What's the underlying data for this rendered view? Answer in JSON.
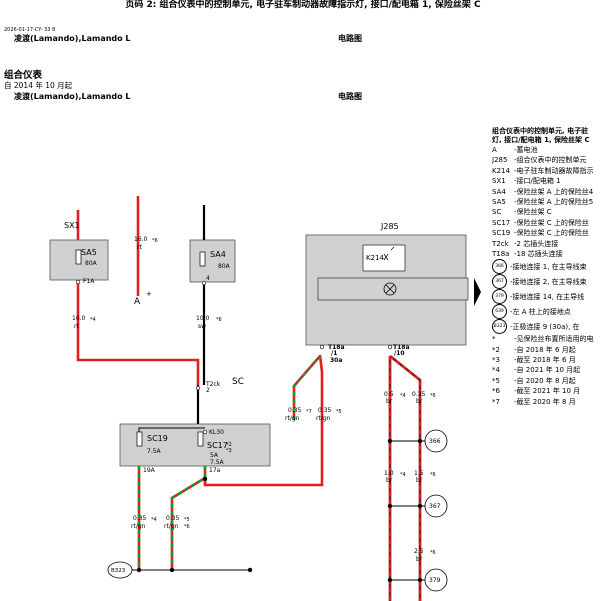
{
  "header": {
    "page_title": "页码 2: 组合仪表中的控制单元, 电子驻车制动器故障指示灯, 接口/配电箱 1, 保险丝架 C",
    "doc_id": "2026-01-17-CY- 33 8",
    "vehicle": "凌渡(Lamando),Lamando L",
    "doc_type": "电路图",
    "section_title": "组合仪表",
    "since": "自 2014 年 10 月起",
    "vehicle2": "凌渡(Lamando),Lamando L",
    "doc_type2": "电路图"
  },
  "legend": {
    "title_line1": "组合仪表中的控制单元, 电子驻",
    "title_line2": "灯, 接口/配电箱 1, 保险丝架 C",
    "items": [
      {
        "code": "A",
        "desc": "-蓄电池"
      },
      {
        "code": "J285",
        "desc": "-组合仪表中的控制单元"
      },
      {
        "code": "K214",
        "desc": "-电子驻车制动器故障指示"
      },
      {
        "code": "SX1",
        "desc": "-接口/配电箱 1"
      },
      {
        "code": "SA4",
        "desc": "-保险丝架 A 上的保险丝4"
      },
      {
        "code": "SA5",
        "desc": "-保险丝架 A 上的保险丝5"
      },
      {
        "code": "SC",
        "desc": "-保险丝架 C"
      },
      {
        "code": "SC17",
        "desc": "-保险丝架 C 上的保险丝"
      },
      {
        "code": "SC19",
        "desc": "-保险丝架 C 上的保险丝"
      },
      {
        "code": "T2ck",
        "desc": "-2 芯插头连接"
      },
      {
        "code": "T18a",
        "desc": "-18 芯插头连接"
      }
    ],
    "grounds": [
      {
        "badge": "366",
        "desc": "-接地连接 1, 在主导线束"
      },
      {
        "badge": "367",
        "desc": "-接地连接 2, 在主导线束"
      },
      {
        "badge": "379",
        "desc": "-接地连接 14, 在主导线"
      },
      {
        "badge": "639",
        "desc": "-左 A 柱上的接地点"
      },
      {
        "badge": "B323",
        "desc": "-正极连接 9 (30a), 在"
      }
    ],
    "notes": [
      {
        "code": "*",
        "desc": "-见保险丝布置所适用的电"
      },
      {
        "code": "*2",
        "desc": "-自 2018 年 6 月起"
      },
      {
        "code": "*3",
        "desc": "-截至 2018 年 6 月"
      },
      {
        "code": "*4",
        "desc": "-自 2021 年 10 月起"
      },
      {
        "code": "*5",
        "desc": "-自 2020 年 8 月起"
      },
      {
        "code": "*6",
        "desc": "-截至 2021 年 10 月"
      },
      {
        "code": "*7",
        "desc": "-截至 2020 年 8 月"
      }
    ]
  },
  "diagram": {
    "colors": {
      "red": "#e02020",
      "green": "#1a9a2a",
      "brown": "#8b1a1a",
      "black": "#000000",
      "box": "#d0d0d0"
    },
    "components": {
      "sx1": "SX1",
      "sa5": "SA5",
      "sa5_amp": "80A",
      "sa5_pin": "F1A",
      "sa4": "SA4",
      "sa4_amp": "80A",
      "sa4_pin": "4",
      "battery": "A",
      "battery_plus": "+",
      "sc": "SC",
      "t2ck": "T2ck",
      "t2ck_pin": "2",
      "kl30": "KL30",
      "sc19": "SC19",
      "sc19_amp": "7.5A",
      "sc19_pin": "19A",
      "sc17": "SC17",
      "sc17_note1": "*2",
      "sc17_note2": "*3",
      "sc17_amp1": "5A",
      "sc17_amp2": "7.5A",
      "sc17_pin": "17a",
      "j285": "J285",
      "k214": "K214",
      "t18a_left": "T18a",
      "t18a_left_pin": "/1",
      "t18a_left_pin2": "30a",
      "t18a_right": "T18a",
      "t18a_right_pin": "/10"
    },
    "wires": {
      "w1_size": "16.0",
      "w1_note": "*6",
      "w1_color": "rt",
      "w2_size": "16.0",
      "w2_note": "*4",
      "w2_color": "rt",
      "w3_size": "10.0",
      "w3_note": "*6",
      "w3_color": "sw",
      "w4_size": "0.35",
      "w4_note": "*7",
      "w4_color": "rt/gn",
      "w5_size": "0.35",
      "w5_note": "*5",
      "w5_color": "rt/gn",
      "w6_size": "0.5",
      "w6_note": "*4",
      "w6_color": "br",
      "w7_size": "0.35",
      "w7_note": "*6",
      "w7_color": "br",
      "w8_size": "0.35",
      "w8_note": "*4",
      "w8_color": "rt/gn",
      "w9_size": "0.35",
      "w9_note": "*5",
      "w9_note2": "*6",
      "w9_color": "rt/gn",
      "w10_size": "1.0",
      "w10_note": "*4",
      "w10_color": "br",
      "w11_size": "1.5",
      "w11_note": "*6",
      "w11_color": "br",
      "w12_size": "2.5",
      "w12_note": "*6",
      "w12_color": "br"
    },
    "connectors": {
      "c366": "366",
      "c367": "367",
      "c379": "379",
      "b323": "B323"
    }
  }
}
